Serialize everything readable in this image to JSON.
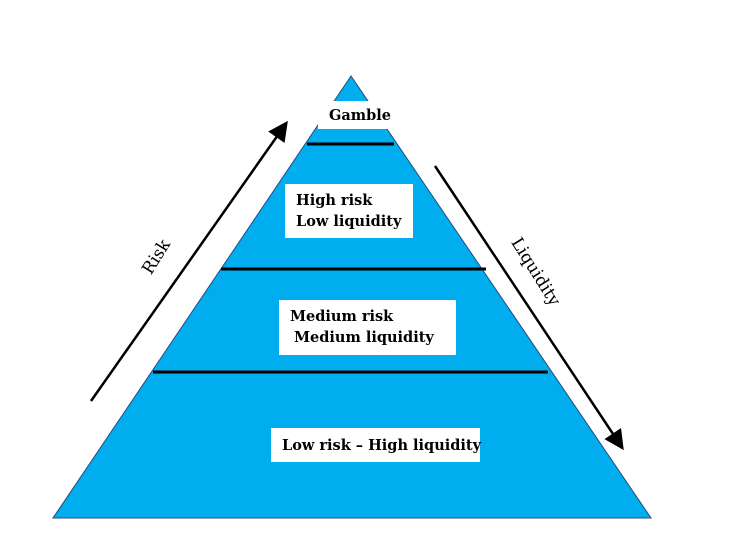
{
  "colors": {
    "pyramid_fill": "#00adef",
    "pyramid_stroke": "#2a4a7a",
    "divider": "#000000",
    "label_background": "#ffffff",
    "text": "#000000"
  },
  "tiers": {
    "top": {
      "label": "Gamble"
    },
    "high": {
      "line1": "High risk",
      "line2": "Low liquidity"
    },
    "medium": {
      "line1": "Medium risk",
      "line2": "Medium liquidity"
    },
    "low": {
      "label": "Low risk – High liquidity"
    }
  },
  "axes": {
    "left": {
      "label": "Risk",
      "arrow_direction": "up"
    },
    "right": {
      "label": "Liquidity",
      "arrow_direction": "down"
    }
  }
}
